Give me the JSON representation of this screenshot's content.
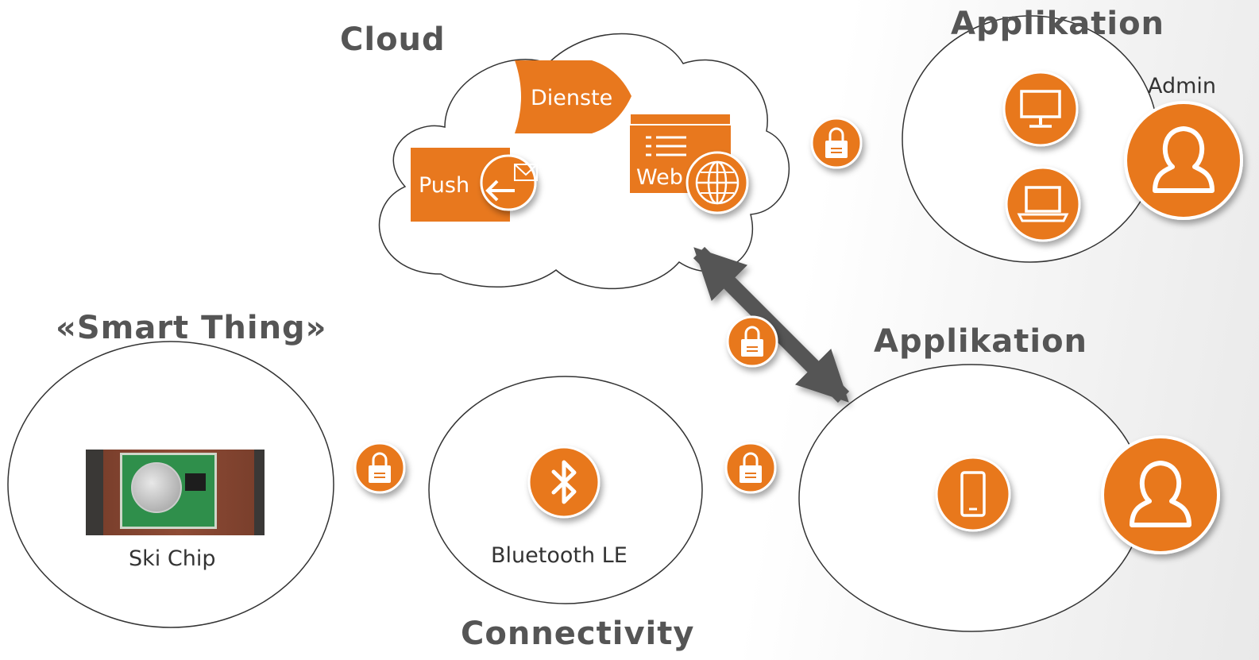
{
  "headings": {
    "cloud": "Cloud",
    "app_top": "Applikation",
    "smart_thing": "«Smart Thing»",
    "app_mid": "Applikation",
    "connectivity": "Connectivity"
  },
  "cloud_services": {
    "dienste": "Dienste",
    "push": "Push",
    "web": "Web"
  },
  "labels": {
    "admin": "Admin",
    "ski_chip": "Ski Chip",
    "bluetooth": "Bluetooth LE"
  },
  "icons": [
    "mail-return-icon",
    "globe-icon",
    "list-icon",
    "desktop-icon",
    "laptop-icon",
    "user-icon",
    "smartphone-icon",
    "bluetooth-icon",
    "lock-icon"
  ],
  "colors": {
    "accent": "#E8781E",
    "arrow": "#555555",
    "heading": "#555555",
    "outline": "#333333"
  }
}
